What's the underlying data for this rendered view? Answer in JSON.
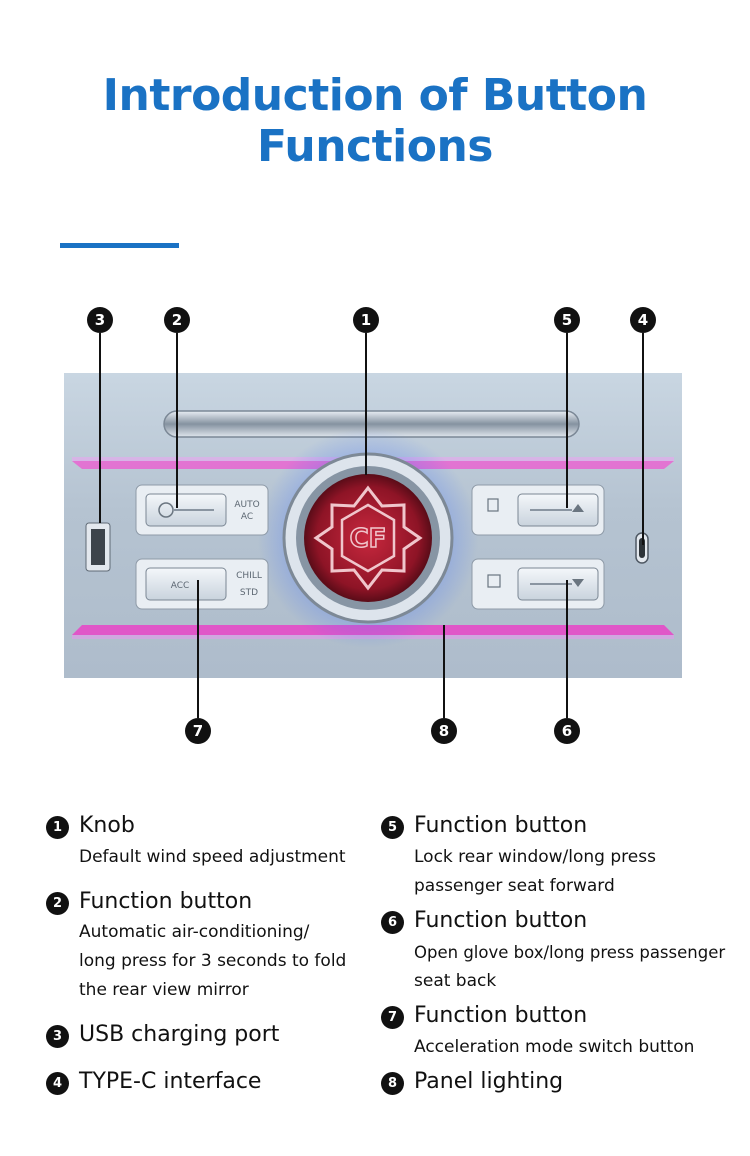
{
  "title": "Introduction of Button Functions",
  "panel": {
    "button2_top_text": "AUTO",
    "button2_bottom_text": "AC",
    "button7_label": "ACC",
    "button7_top_text": "CHILL",
    "button7_bottom_text": "STD",
    "knob_logo": "CF"
  },
  "markers": [
    "1",
    "2",
    "3",
    "4",
    "5",
    "6",
    "7",
    "8"
  ],
  "legend": [
    {
      "num": "1",
      "title": "Knob",
      "desc": [
        "Default wind speed adjustment"
      ]
    },
    {
      "num": "2",
      "title": "Function button",
      "desc": [
        "Automatic air-conditioning/",
        "long press for 3 seconds to fold",
        "the rear view mirror"
      ]
    },
    {
      "num": "3",
      "title": "USB charging port",
      "desc": []
    },
    {
      "num": "4",
      "title": "TYPE-C interface",
      "desc": []
    },
    {
      "num": "5",
      "title": "Function button",
      "desc": [
        "Lock rear window/long press",
        "passenger seat forward"
      ]
    },
    {
      "num": "6",
      "title": "Function button",
      "desc": [
        "Open glove box/long press passenger",
        "seat back"
      ]
    },
    {
      "num": "7",
      "title": "Function button",
      "desc": [
        "Acceleration mode switch button"
      ]
    },
    {
      "num": "8",
      "title": "Panel lighting",
      "desc": []
    }
  ],
  "colors": {
    "title": "#1a72c4",
    "panel": "#b9c7d5",
    "glow": "#e060c8",
    "knob": "#b0243a"
  }
}
